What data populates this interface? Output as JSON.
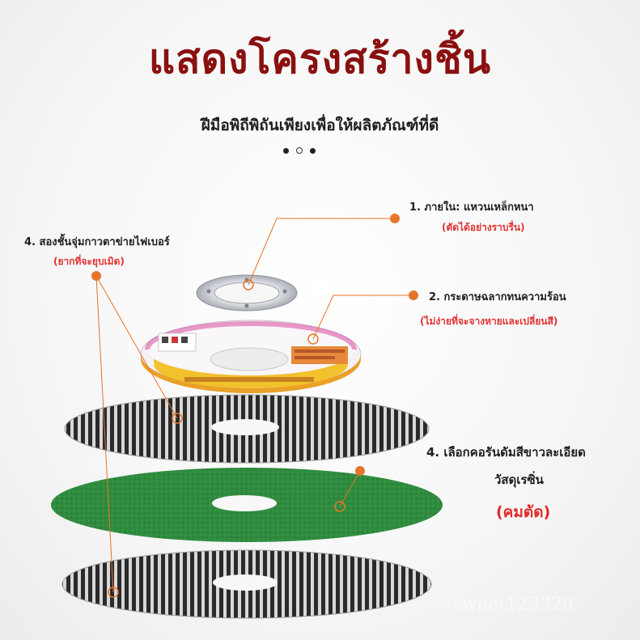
{
  "title": "แสดงโครงสร้างชิ้น",
  "subtitle": "ฝีมือพิถีพิถันเพียงเพื่อให้ผลิตภัณฑ์ที่ดี",
  "carousel": {
    "dot_count": 3,
    "active_index": 1
  },
  "labels": {
    "inner_ring": {
      "title": "1. ภายใน: แหวนเหล็กหนา",
      "note": "(ตัดได้อย่างราบรื่น)"
    },
    "paper": {
      "title": "2. กระดาษฉลากทนความร้อน",
      "note": "(ไม่ง่ายที่จะจางหายและเปลี่ยนสี)"
    },
    "fiber": {
      "title": "4. สองชั้นจุ่มกาวตาข่ายไฟเบอร์",
      "note": "(ยากที่จะยุบเมิด)"
    },
    "abrasive": {
      "title_line1": "4. เลือกคอรันดัมสีขาวละเอียด",
      "title_line2": "วัสดุเรซิ่น",
      "note": "(คมตัด)"
    }
  },
  "colors": {
    "title": "#8a1010",
    "note_red": "#e23232",
    "leader_orange": "#e8742a",
    "abrasive_green": "#2e8a3e",
    "label_yellow": "#f2c12e"
  },
  "watermark": "sweet123320"
}
